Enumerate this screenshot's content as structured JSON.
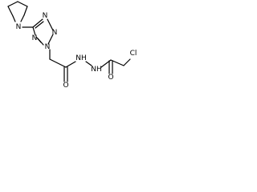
{
  "structure": {
    "atoms": {
      "pyrrolidine_n": "N",
      "tetrazole_n1": "N",
      "tetrazole_n2": "N",
      "tetrazole_n_substituted": "N",
      "tetrazole_n4": "N",
      "carbonyl_o1": "O",
      "hydrazide_nh1": "NH",
      "hydrazide_nh2": "NH",
      "carbonyl_o2": "O",
      "chlorine": "Cl"
    }
  }
}
